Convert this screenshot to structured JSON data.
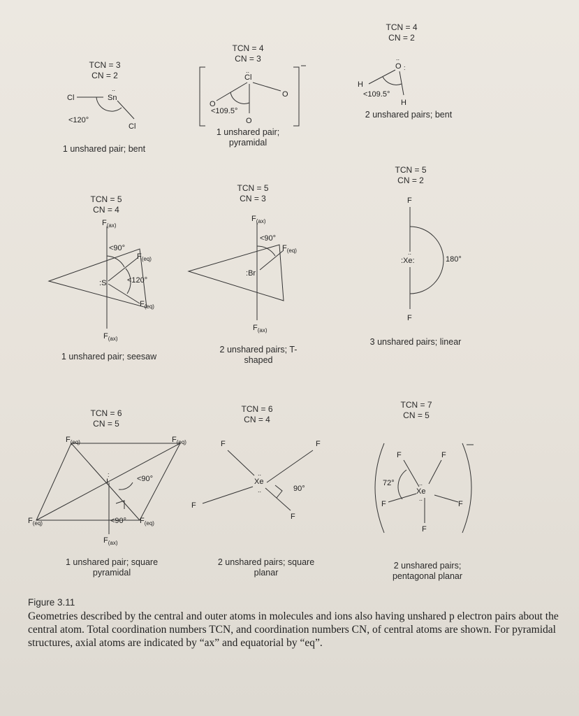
{
  "panels": [
    {
      "tcn": "TCN = 3",
      "cn": "CN = 2",
      "caption1": "1 unshared pair;",
      "caption2": "bent",
      "center": "Sn",
      "ligand1": "Cl",
      "ligand2": "Cl",
      "angle": "<120°"
    },
    {
      "tcn": "TCN = 4",
      "cn": "CN = 3",
      "caption1": "1 unshared pair;",
      "caption2": "pyramidal",
      "center": "Cl",
      "ligand1": "O",
      "ligand2": "O",
      "ligand3": "O",
      "angle": "<109.5°"
    },
    {
      "tcn": "TCN = 4",
      "cn": "CN = 2",
      "caption1": "2 unshared pairs;",
      "caption2": "bent",
      "center": "O",
      "ligand1": "H",
      "ligand2": "H",
      "angle": "<109.5°"
    },
    {
      "tcn": "TCN = 5",
      "cn": "CN = 4",
      "caption1": "1 unshared pair;",
      "caption2": "seesaw",
      "center": "S",
      "angle1": "<90°",
      "angle2": "<120°"
    },
    {
      "tcn": "TCN = 5",
      "cn": "CN = 3",
      "caption1": "2 unshared pairs;",
      "caption2": "T-shaped",
      "center": "Br",
      "angle": "<90°"
    },
    {
      "tcn": "TCN = 5",
      "cn": "CN = 2",
      "caption1": "3 unshared pairs;",
      "caption2": "linear",
      "center": "Xe",
      "ligand": "F",
      "angle": "180°"
    },
    {
      "tcn": "TCN = 6",
      "cn": "CN = 5",
      "caption1": "1 unshared pair;",
      "caption2": "square pyramidal",
      "center": "I",
      "angle1": "<90°",
      "angle2": "<90°"
    },
    {
      "tcn": "TCN = 6",
      "cn": "CN = 4",
      "caption1": "2 unshared pairs;",
      "caption2": "square planar",
      "center": "Xe",
      "ligand": "F",
      "angle": "90°"
    },
    {
      "tcn": "TCN = 7",
      "cn": "CN = 5",
      "caption1": "2 unshared pairs;",
      "caption2": "pentagonal planar",
      "center": "Xe",
      "ligand": "F",
      "angle": "72°"
    }
  ],
  "labels": {
    "f": "F",
    "ax": "(ax)",
    "eq": "(eq)"
  },
  "figure": {
    "title": "Figure 3.11",
    "caption": "Geometries described by the central and outer atoms in molecules and ions also having unshared p electron pairs about the central atom. Total coordination numbers TCN, and coordination numbers CN, of central atoms are shown. For pyramidal structures, axial atoms are indicated by “ax” and equatorial by “eq”."
  }
}
